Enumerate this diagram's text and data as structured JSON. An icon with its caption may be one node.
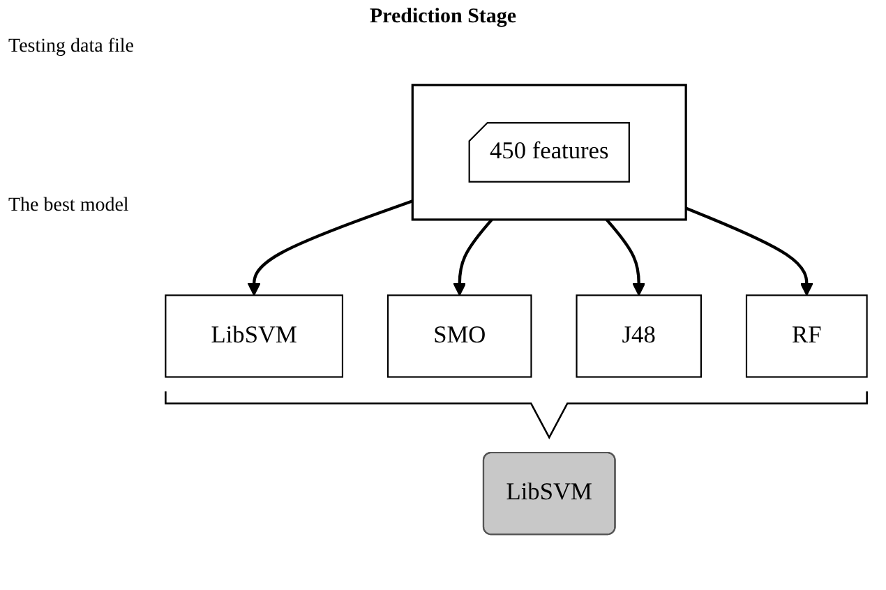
{
  "diagram": {
    "title": "Prediction Stage",
    "nodes": [
      {
        "text": [],
        "shape": "box"
      },
      {
        "text": [
          "450 features"
        ],
        "in": 0
      },
      {
        "text": [
          "LibSVM"
        ]
      },
      {
        "text": [
          "SMO"
        ]
      },
      {
        "text": [
          "J48"
        ]
      },
      {
        "text": [
          "RF"
        ]
      },
      {
        "text": [
          "LibSVM"
        ]
      }
    ],
    "edges": [
      {
        "from": 0,
        "to": 2,
        "arrow": "to"
      },
      {
        "from": 0,
        "to": 3,
        "arrow": "to"
      },
      {
        "from": 0,
        "to": 4,
        "arrow": "to"
      },
      {
        "from": 0,
        "to": 5,
        "arrow": "to"
      }
    ],
    "labels": [
      "Testing data file",
      "The best model"
    ]
  }
}
